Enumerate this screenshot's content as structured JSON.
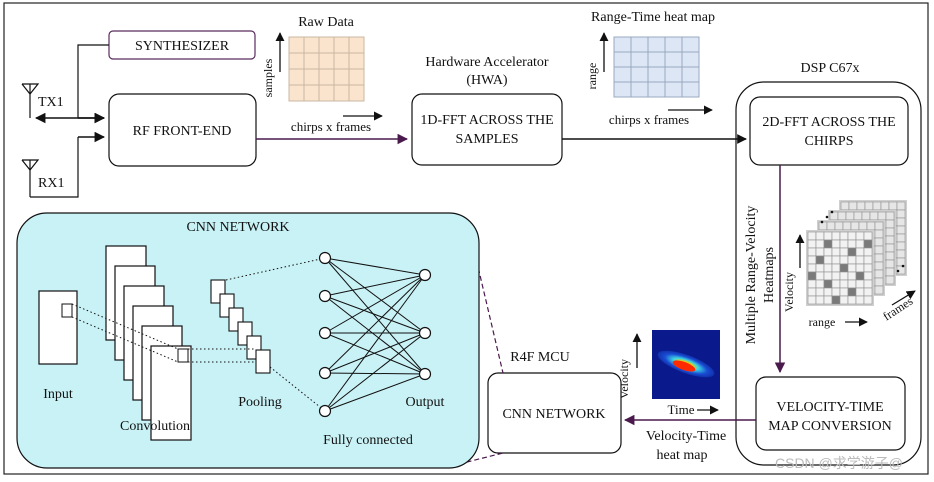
{
  "labels": {
    "synthesizer": "SYNTHESIZER",
    "tx": "TX1",
    "rx": "RX1",
    "rf_frontend": "RF FRONT-END",
    "raw_data": "Raw Data",
    "samples": "samples",
    "chirps_frames_1": "chirps x frames",
    "hwa_title_1": "Hardware Accelerator",
    "hwa_title_2": "(HWA)",
    "fft1d_1": "1D-FFT ACROSS THE",
    "fft1d_2": "SAMPLES",
    "range_time_title": "Range-Time heat map",
    "range": "range",
    "chirps_frames_2": "chirps x frames",
    "dsp_title": "DSP C67x",
    "fft2d_1": "2D-FFT ACROSS THE",
    "fft2d_2": "CHIRPS",
    "multi_rv_1": "Multiple Range-Velocity",
    "multi_rv_2": "Heatmaps",
    "velocity": "Velocity",
    "range_lower": "range",
    "frames": "frames",
    "vt_conv_1": "VELOCITY-TIME",
    "vt_conv_2": "MAP CONVERSION",
    "r4f_title": "R4F MCU",
    "cnn_box": "CNN NETWORK",
    "vel_time_heat_velocity": "Velocity",
    "vel_time_heat_time": "Time",
    "vt_heatmap_1": "Velocity-Time",
    "vt_heatmap_2": "heat map",
    "cnn_panel_title": "CNN NETWORK",
    "input": "Input",
    "convolution": "Convolution",
    "pooling": "Pooling",
    "output": "Output",
    "fully_connected": "Fully connected",
    "watermark": "CSDN @求学游子@"
  },
  "colors": {
    "raw_grid_fill": "#fbe4cd",
    "range_grid_fill": "#dce6f4",
    "cnn_panel_fill": "#c9f2f6",
    "synth_border": "#5b2b5e",
    "flow_arrow": "#4a1a4d",
    "rv_cell_light": "#e6e6e6",
    "rv_cell_dark": "#7a7a7a"
  }
}
